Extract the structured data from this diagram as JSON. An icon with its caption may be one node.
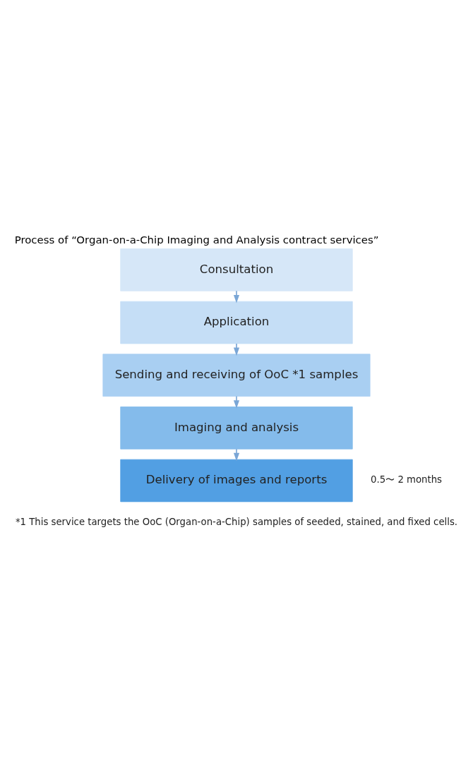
{
  "diagram": {
    "title": "Process of “Organ-on-a-Chip Imaging and Analysis contract services”",
    "nodes": [
      {
        "text": [
          "Consultation"
        ]
      },
      {
        "text": [
          "Application"
        ]
      },
      {
        "text": [
          "Sending and receiving of OoC *1 samples"
        ]
      },
      {
        "text": [
          "Imaging and analysis"
        ]
      },
      {
        "text": [
          "Delivery of images and reports"
        ]
      }
    ],
    "edges": [
      {
        "from": 0,
        "to": 1,
        "arrow": "to"
      },
      {
        "from": 1,
        "to": 2,
        "arrow": "to"
      },
      {
        "from": 2,
        "to": 3,
        "arrow": "to"
      },
      {
        "from": 3,
        "to": 4,
        "arrow": "to"
      }
    ],
    "labels": [
      "0.5〜 2 months",
      "*1 This service targets the OoC (Organ-on-a-Chip) samples of seeded, stained, and fixed cells."
    ]
  }
}
